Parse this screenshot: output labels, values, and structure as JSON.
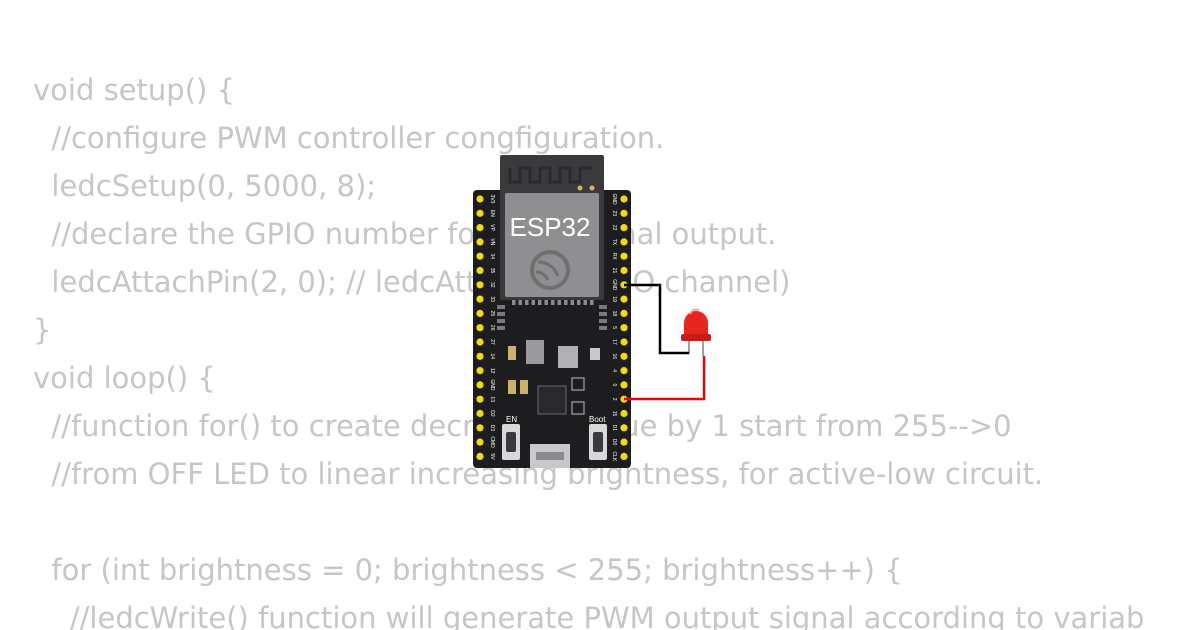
{
  "code": {
    "lines": [
      "void setup() {",
      "  //configure PWM controller congfiguration.",
      "  ledcSetup(0, 5000, 8);",
      "  //declare the GPIO number for PWM signal output.",
      "  ledcAttachPin(2, 0); // ledcAttachPin(GPIO,channel)",
      "}",
      "void loop() {",
      "  //function for() to create decreasing value by 1 start from 255-->0",
      "  //from OFF LED to linear increasing brightness, for active-low circuit.",
      "",
      "  for (int brightness = 0; brightness < 255; brightness++) {",
      "    //ledcWrite() function will generate PWM output signal according to variab"
    ]
  },
  "board": {
    "label": "ESP32",
    "en_label": "EN",
    "boot_label": "Boot",
    "left_pins": [
      "3V3",
      "EN",
      "VP",
      "VN",
      "34",
      "35",
      "32",
      "33",
      "25",
      "26",
      "27",
      "14",
      "12",
      "GND",
      "13",
      "D2",
      "D3",
      "CMD",
      "5V"
    ],
    "right_pins": [
      "GND",
      "23",
      "22",
      "TX",
      "RX",
      "21",
      "GND",
      "19",
      "18",
      "5",
      "17",
      "16",
      "4",
      "0",
      "2",
      "15",
      "D1",
      "D0",
      "CLK"
    ]
  },
  "colors": {
    "code_text": "#c6c6c6",
    "board": "#1d1d1f",
    "module": "#5a5a5c",
    "chip": "#9a9a9c",
    "pin": "#f5d90a",
    "led": "#e6261f",
    "wire_gnd": "#000000",
    "wire_signal": "#e0060b"
  }
}
